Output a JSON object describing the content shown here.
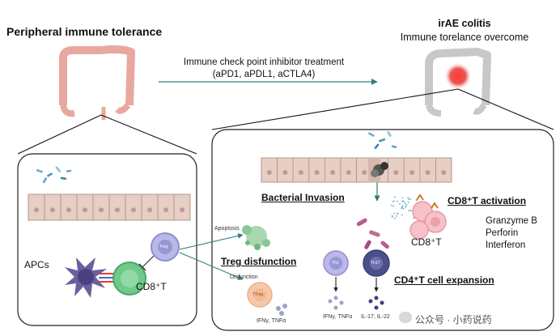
{
  "left_title": "Peripheral immune tolerance",
  "treatment": {
    "line1": "Immune check point inhibitor treatment",
    "line2": "(aPD1, aPDL1, aCTLA4)"
  },
  "right_title": {
    "line1": "irAE colitis",
    "line2": "Immune torelance overcome"
  },
  "labels": {
    "bacterial_invasion": "Bacterial Invasion",
    "cd8_activation": "CD8⁺T activation",
    "treg_disfunction": "Treg disfunction",
    "cd4_expansion": "CD4⁺T cell expansion",
    "apcs": "APCs",
    "cd8_left": "CD8⁺T",
    "cd8_right": "CD8⁺T",
    "apoptosis": "Apoptosis",
    "disfunction": "Disfunction",
    "ifn_left": "IFNγ, TNFα",
    "ifn_mid": "IFNγ, TNFα",
    "il17": "IL-17, IL-22",
    "treg_cell": "Treg",
    "ttreg_cell": "TTreg",
    "th1_cell": "Th1",
    "th17_cell": "Th17"
  },
  "cytokines": [
    "Granzyme B",
    "Perforin",
    "Interferon"
  ],
  "watermark": "公众号 · 小药说药",
  "colors": {
    "colon": "#e8a8a0",
    "colon_gray": "#c8c8c8",
    "epithelium": "#e6cfc4",
    "treg": "#b9b8e6",
    "cd8": "#6fc98a",
    "apc": "#6b5f9e",
    "inflamed": "#e53935"
  }
}
